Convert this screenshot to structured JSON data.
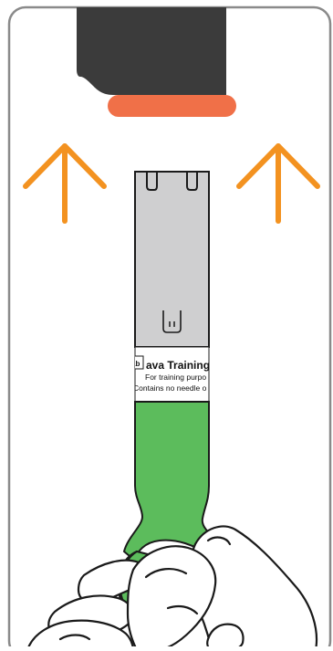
{
  "illustration": {
    "label_title": "ava Training",
    "label_line1": "For training purpo",
    "label_line2": "Contains no needle o",
    "label_tab": "ab"
  },
  "colors": {
    "frame_border": "#8a8a8a",
    "cap_body": "#3b3b3b",
    "cap_collar": "#f07048",
    "arrow": "#f39220",
    "pen_body": "#cfcfd0",
    "pen_grip": "#5cbc5c",
    "outline": "#1a1a1a"
  },
  "icons": [
    "up-arrow-icon",
    "up-arrow-icon"
  ]
}
